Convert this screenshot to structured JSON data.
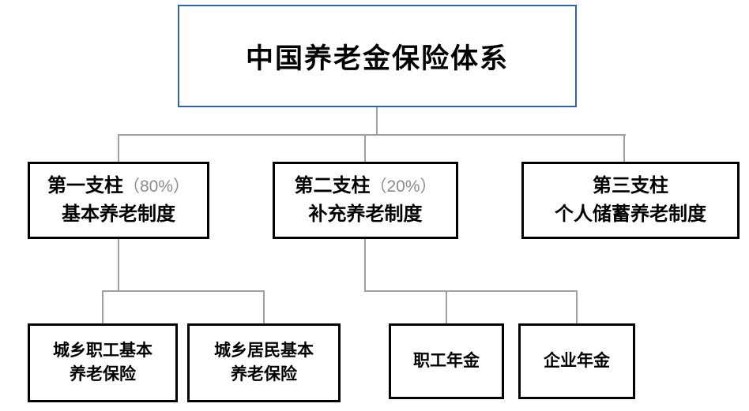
{
  "diagram": {
    "title": "中国养老金保险体系",
    "root": {
      "label": "中国养老金保险体系"
    },
    "pillars": [
      {
        "title": "第一支柱",
        "percent": "（80%）",
        "subtitle": "基本养老制度"
      },
      {
        "title": "第二支柱",
        "percent": "（20%）",
        "subtitle": "补充养老制度"
      },
      {
        "title": "第三支柱",
        "percent": "",
        "subtitle": "个人储蓄养老制度"
      }
    ],
    "pillar1_children": [
      {
        "line1": "城乡职工基本",
        "line2": "养老保险"
      },
      {
        "line1": "城乡居民基本",
        "line2": "养老保险"
      }
    ],
    "pillar2_children": [
      {
        "label": "职工年金"
      },
      {
        "label": "企业年金"
      }
    ],
    "colors": {
      "root_border": "#2e62ae",
      "box_border": "#000000",
      "connector_line": "#a0a0a0",
      "percent_text": "#8c8c8c",
      "background": "#ffffff"
    }
  }
}
